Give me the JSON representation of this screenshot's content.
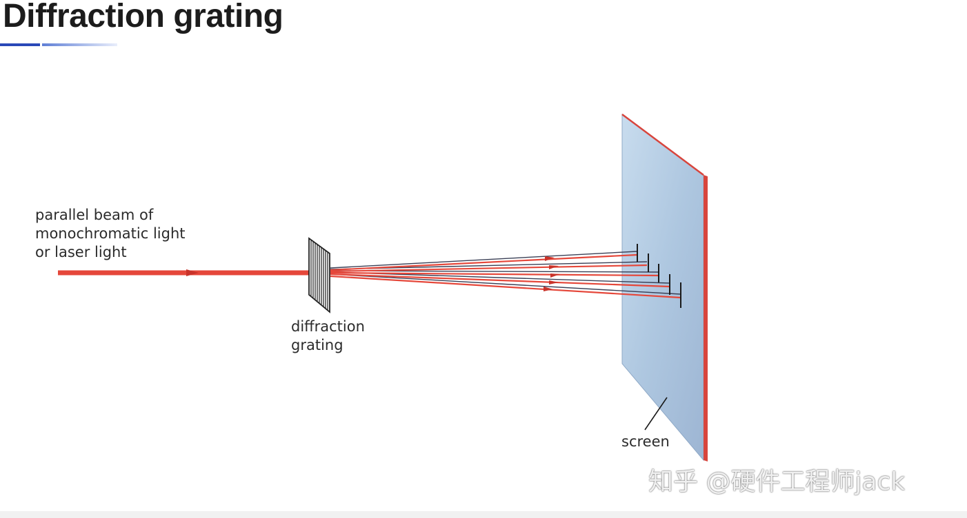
{
  "title": "Diffraction grating",
  "labels": {
    "beam": "parallel beam of\nmonochromatic light\nor laser light",
    "grating": "diffraction\ngrating",
    "screen": "screen"
  },
  "watermark": "知乎 @硬件工程师jack",
  "colors": {
    "beam": "#e5473a",
    "screen_face": "#a9c3de",
    "screen_edge": "#d8453d",
    "title_underline": "#2a49b8"
  },
  "diagram": {
    "diffracted_beams": 5,
    "grating_lines": 9
  }
}
